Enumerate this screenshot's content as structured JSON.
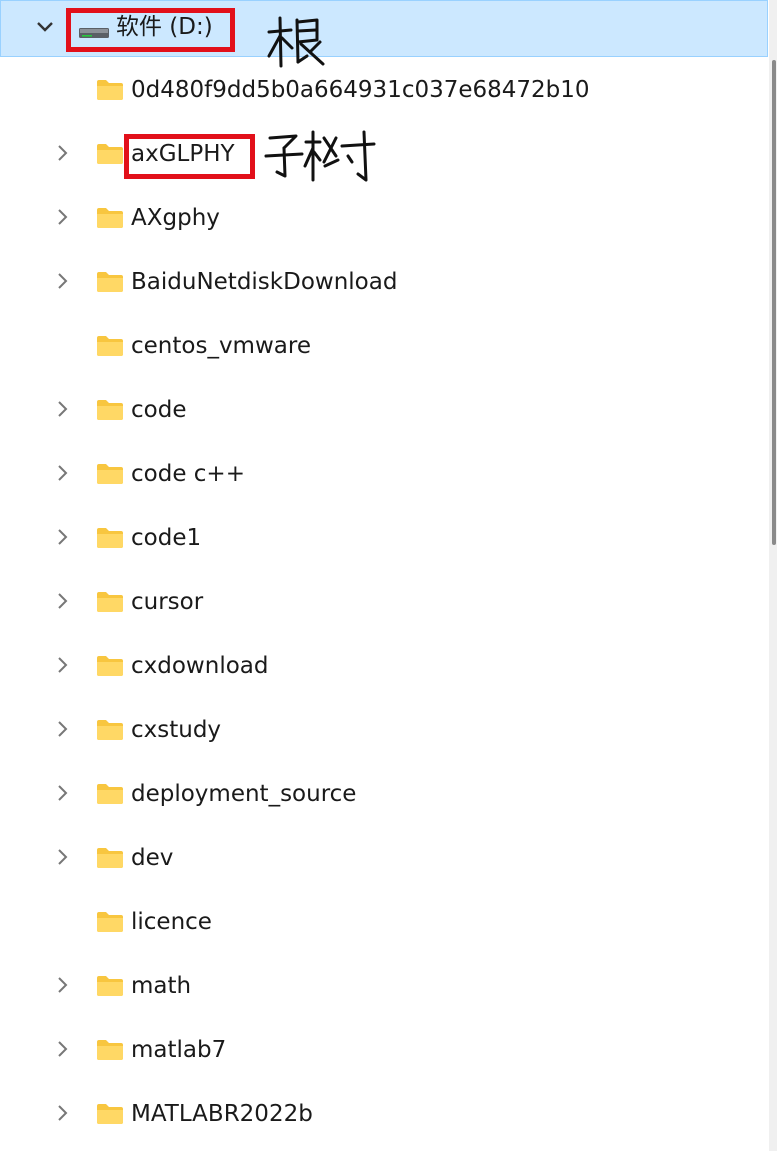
{
  "root": {
    "label": "软件 (D:)",
    "icon": "drive-icon",
    "expanded": true
  },
  "annotations": {
    "root_note": "根",
    "subtree_note": "子树"
  },
  "colors": {
    "selection_bg": "#cce8ff",
    "selection_border": "#99d1ff",
    "annotation_red": "#e2101a",
    "folder_yellow": "#f8c63f"
  },
  "items": [
    {
      "label": "0d480f9dd5b0a664931c037e68472b10",
      "has_children": false
    },
    {
      "label": "axGLPHY",
      "has_children": true
    },
    {
      "label": "AXgphy",
      "has_children": true
    },
    {
      "label": "BaiduNetdiskDownload",
      "has_children": true
    },
    {
      "label": "centos_vmware",
      "has_children": false
    },
    {
      "label": "code",
      "has_children": true
    },
    {
      "label": "code c++",
      "has_children": true
    },
    {
      "label": "code1",
      "has_children": true
    },
    {
      "label": "cursor",
      "has_children": true
    },
    {
      "label": "cxdownload",
      "has_children": true
    },
    {
      "label": "cxstudy",
      "has_children": true
    },
    {
      "label": "deployment_source",
      "has_children": true
    },
    {
      "label": "dev",
      "has_children": true
    },
    {
      "label": "licence",
      "has_children": false
    },
    {
      "label": "math",
      "has_children": true
    },
    {
      "label": "matlab7",
      "has_children": true
    },
    {
      "label": "MATLABR2022b",
      "has_children": true
    }
  ]
}
